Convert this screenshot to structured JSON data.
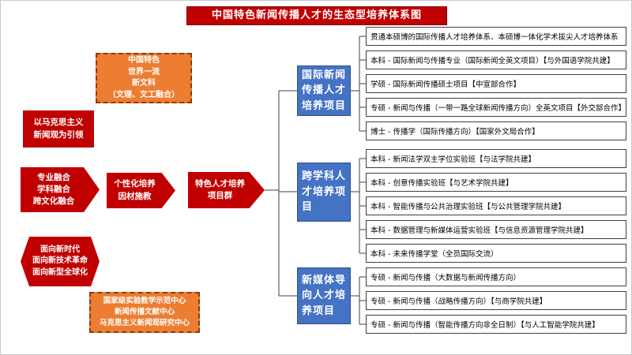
{
  "title": "中国特色新闻传播人才的生态型培养体系图",
  "colors": {
    "banner_red": "#C00000",
    "shape_red": "#C00000",
    "orange": "#ED7D31",
    "orange_border": "#8a3c10",
    "category_blue": "#4472C4",
    "line": "#404040"
  },
  "left_flow": {
    "features_top": "中国特色\n世界一流\n新文科\n（文理、文工融合）",
    "guiding_principle": "以马克思主义\n新闻观为引领",
    "fusion": "专业融合\n学科融合\n跨文化融合",
    "personalized": "个性化培养\n因材施教",
    "program_group": "特色人才培养\n项目群",
    "orientation": "面向新时代\n面向新技术革命\n面向新型全球化",
    "centers": "国家级实验教学示范中心\n新闻传播文献中心\n马克思主义新闻观研究中心"
  },
  "categories": [
    {
      "label": "国际新闻传播人才培养项目"
    },
    {
      "label": "跨学科人才培养项目"
    },
    {
      "label": "新媒体导向人才培养项目"
    }
  ],
  "programs": [
    {
      "label": "贯通本硕博的国际传播人才培养体系、本硕博一体化学术拔尖人才培养体系"
    },
    {
      "label": "本科 - 国际新闻与传播专业（国际新闻全英文项目）【与外国语学院共建】"
    },
    {
      "label": "学硕 - 国际新闻传播硕士项目【中宣部合作】"
    },
    {
      "label": "专硕 - 新闻与传播（一带一路全球新闻传播方向）全英文项目【外交部合作】"
    },
    {
      "label": "博士 - 传播学（国际传播方向）【国家外文局合作】"
    },
    {
      "label": "本科 - 新闻法学双主学位实验班【与法学院共建】"
    },
    {
      "label": "本科 - 创意传播实验班【与艺术学院共建】"
    },
    {
      "label": "本科 - 智能传播与公共治理实验班【与公共管理学院共建】"
    },
    {
      "label": "本科 - 数据管理与新媒体运营实验班【与信息资源管理学院共建】"
    },
    {
      "label": "本科 - 未来传播学堂（全员国际交流）"
    },
    {
      "label": "专硕 - 新闻与传播（大数据与新闻传播方向）"
    },
    {
      "label": "专硕 - 新闻与传播（战略传播方向）【与商学院共建】"
    },
    {
      "label": "专硕 - 新闻与传播（智能传播方向非全日制）【与人工智能学院共建】"
    }
  ]
}
